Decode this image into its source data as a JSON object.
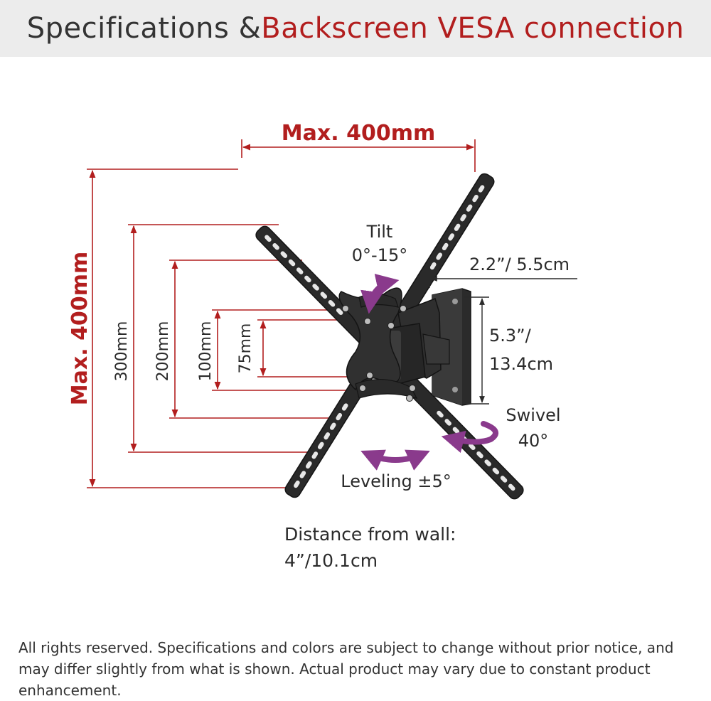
{
  "header": {
    "title_part1": "Specifications & ",
    "title_part2": "Backscreen VESA connection"
  },
  "dimensions": {
    "max_width": "Max. 400mm",
    "max_height": "Max. 400mm",
    "h300": "300mm",
    "h200": "200mm",
    "h100": "100mm",
    "h75": "75mm"
  },
  "specs": {
    "tilt_label": "Tilt",
    "tilt_value": "0°-15°",
    "arm_depth": "2.2”/ 5.5cm",
    "plate_height_1": "5.3”/",
    "plate_height_2": "13.4cm",
    "swivel_label": "Swivel",
    "swivel_value": "40°",
    "leveling": "Leveling ±5°",
    "distance_label": "Distance from wall:",
    "distance_value": "4”/10.1cm"
  },
  "colors": {
    "dimension_red": "#b21e1e",
    "arrow_purple": "#8a3a8c",
    "mount_black": "#2a2a2a"
  },
  "footer": {
    "notice": "All rights reserved. Specifications and colors are subject to change without prior notice, and may differ slightly from what is shown. Actual product may vary due to constant product enhancement."
  }
}
